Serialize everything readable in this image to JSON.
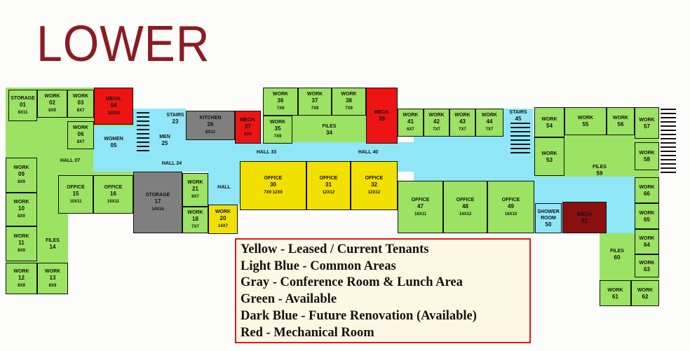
{
  "title": "LOWER",
  "colors": {
    "leased": "#f2e000",
    "common": "#8fe6f7",
    "conference": "#7f7f7f",
    "available": "#9ce263",
    "mechanical": "#ee1414",
    "mechanical_dark": "#8a1010",
    "legend_border": "#e01818",
    "title": "#8b1c22"
  },
  "legend": [
    "Yellow - Leased / Current Tenants",
    "Light Blue - Common Areas",
    "Gray - Conference Room & Lunch Area",
    "Green - Available",
    "Dark Blue - Future Renovation (Available)",
    "Red - Mechanical Room"
  ],
  "rooms": [
    {
      "name": "STORAGE",
      "number": "01",
      "size": "8X11",
      "category": "available"
    },
    {
      "name": "WORK",
      "number": "02",
      "size": "8X9",
      "category": "available"
    },
    {
      "name": "WORK",
      "number": "03",
      "size": "8X7",
      "category": "available"
    },
    {
      "name": "MECH.",
      "number": "04",
      "size": "10X10",
      "category": "mechanical"
    },
    {
      "name": "WOMEN",
      "number": "05",
      "size": "",
      "category": "common"
    },
    {
      "name": "WORK",
      "number": "06",
      "size": "8X7",
      "category": "available"
    },
    {
      "name": "HALL 07",
      "number": "",
      "size": "",
      "category": "available"
    },
    {
      "name": "WORK",
      "number": "09",
      "size": "8X9",
      "category": "available"
    },
    {
      "name": "WORK",
      "number": "10",
      "size": "8X9",
      "category": "available"
    },
    {
      "name": "WORK",
      "number": "11",
      "size": "8X9",
      "category": "available"
    },
    {
      "name": "FILES",
      "number": "14",
      "size": "",
      "category": "available"
    },
    {
      "name": "WORK",
      "number": "12",
      "size": "8X9",
      "category": "available"
    },
    {
      "name": "WORK",
      "number": "13",
      "size": "8X9",
      "category": "available"
    },
    {
      "name": "OFFICE",
      "number": "15",
      "size": "10X11",
      "category": "available"
    },
    {
      "name": "OFFICE",
      "number": "16",
      "size": "10X11",
      "category": "available"
    },
    {
      "name": "HALL 24",
      "number": "",
      "size": "",
      "category": "common"
    },
    {
      "name": "STAIRS",
      "number": "23",
      "size": "",
      "category": "common"
    },
    {
      "name": "MEN",
      "number": "25",
      "size": "",
      "category": "common"
    },
    {
      "name": "KITCHEN",
      "number": "26",
      "size": "8X12",
      "category": "conference"
    },
    {
      "name": "MECH.",
      "number": "27",
      "size": "8X8",
      "category": "mechanical"
    },
    {
      "name": "STORAGE",
      "number": "17",
      "size": "14X16",
      "category": "conference"
    },
    {
      "name": "WORK",
      "number": "21",
      "size": "8X7",
      "category": "available"
    },
    {
      "name": "WORK",
      "number": "18",
      "size": "7X7",
      "category": "available"
    },
    {
      "name": "HALL",
      "number": "",
      "size": "",
      "category": "common"
    },
    {
      "name": "WORK",
      "number": "20",
      "size": "14X7",
      "category": "leased"
    },
    {
      "name": "OFFICE",
      "number": "30",
      "size": "7X9  12X9",
      "category": "leased"
    },
    {
      "name": "OFFICE",
      "number": "31",
      "size": "12X12",
      "category": "leased"
    },
    {
      "name": "OFFICE",
      "number": "32",
      "size": "12X12",
      "category": "leased"
    },
    {
      "name": "HALL 33",
      "number": "",
      "size": "",
      "category": "common"
    },
    {
      "name": "HALL 40",
      "number": "",
      "size": "",
      "category": "common"
    },
    {
      "name": "WORK",
      "number": "36",
      "size": "7X9",
      "category": "available"
    },
    {
      "name": "WORK",
      "number": "37",
      "size": "7X9",
      "category": "available"
    },
    {
      "name": "WORK",
      "number": "38",
      "size": "7X9",
      "category": "available"
    },
    {
      "name": "MECH.",
      "number": "39",
      "size": "",
      "category": "mechanical"
    },
    {
      "name": "WORK",
      "number": "35",
      "size": "7X9",
      "category": "available"
    },
    {
      "name": "FILES",
      "number": "34",
      "size": "",
      "category": "available"
    },
    {
      "name": "WORK",
      "number": "41",
      "size": "6X7",
      "category": "available"
    },
    {
      "name": "WORK",
      "number": "42",
      "size": "7X7",
      "category": "available"
    },
    {
      "name": "WORK",
      "number": "43",
      "size": "7X7",
      "category": "available"
    },
    {
      "name": "WORK",
      "number": "44",
      "size": "7X7",
      "category": "available"
    },
    {
      "name": "STAIRS",
      "number": "45",
      "size": "",
      "category": "common"
    },
    {
      "name": "OFFICE",
      "number": "47",
      "size": "16X11",
      "category": "available"
    },
    {
      "name": "OFFICE",
      "number": "48",
      "size": "14X12",
      "category": "available"
    },
    {
      "name": "OFFICE",
      "number": "49",
      "size": "16X10",
      "category": "available"
    },
    {
      "name": "WORK",
      "number": "54",
      "size": "",
      "category": "available"
    },
    {
      "name": "WORK",
      "number": "55",
      "size": "",
      "category": "available"
    },
    {
      "name": "WORK",
      "number": "56",
      "size": "",
      "category": "available"
    },
    {
      "name": "WORK",
      "number": "57",
      "size": "",
      "category": "available"
    },
    {
      "name": "WORK",
      "number": "58",
      "size": "",
      "category": "available"
    },
    {
      "name": "WORK",
      "number": "53",
      "size": "",
      "category": "available"
    },
    {
      "name": "FILES",
      "number": "59",
      "size": "",
      "category": "available"
    },
    {
      "name": "SHOWER ROOM",
      "number": "50",
      "size": "",
      "category": "common"
    },
    {
      "name": "MECH",
      "number": "51",
      "size": "",
      "category": "mechanical_dark"
    },
    {
      "name": "WORK",
      "number": "66",
      "size": "",
      "category": "available"
    },
    {
      "name": "WORK",
      "number": "65",
      "size": "",
      "category": "available"
    },
    {
      "name": "WORK",
      "number": "64",
      "size": "",
      "category": "available"
    },
    {
      "name": "WORK",
      "number": "63",
      "size": "",
      "category": "available"
    },
    {
      "name": "FILES",
      "number": "60",
      "size": "",
      "category": "available"
    },
    {
      "name": "WORK",
      "number": "61",
      "size": "",
      "category": "available"
    },
    {
      "name": "WORK",
      "number": "62",
      "size": "",
      "category": "available"
    }
  ]
}
